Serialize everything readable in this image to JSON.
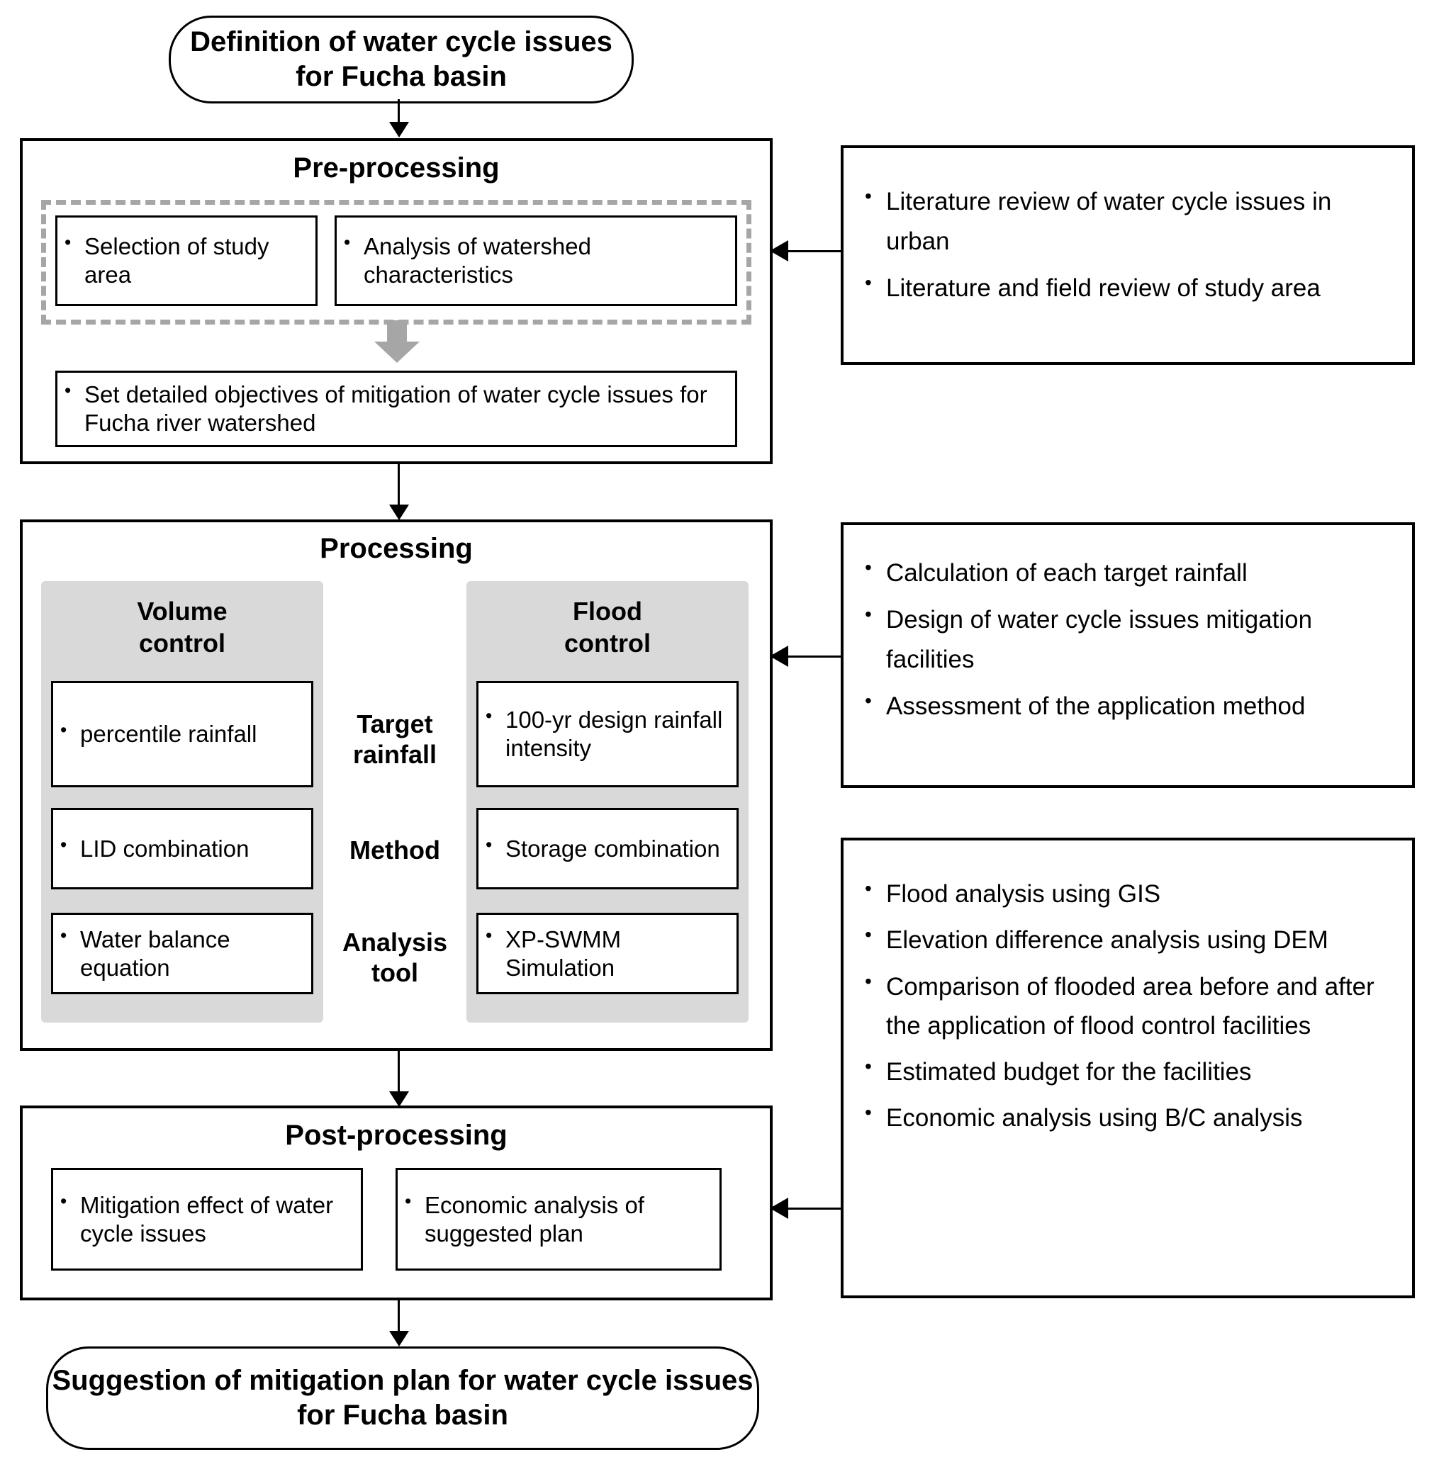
{
  "diagram": {
    "title_top": "Definition of water cycle issues for Fucha basin",
    "title_bottom": "Suggestion of mitigation plan for water cycle issues for Fucha basin",
    "colors": {
      "outline": "#000000",
      "dashed_group": "#a6a6a6",
      "panel_gray": "#d9d9d9",
      "background": "#ffffff"
    }
  },
  "stages": {
    "pre": {
      "title": "Pre-processing",
      "items": [
        "Selection of study area",
        "Analysis of watershed characteristics"
      ],
      "objective": "Set detailed objectives of mitigation of water cycle issues for Fucha river watershed"
    },
    "processing": {
      "title": "Processing",
      "columns": [
        {
          "name": "volume",
          "header": "Volume control",
          "cells": [
            "percentile rainfall",
            "LID combination",
            "Water balance equation"
          ]
        },
        {
          "name": "flood",
          "header": "Flood control",
          "cells": [
            "100-yr design rainfall intensity",
            "Storage combination",
            "XP-SWMM Simulation"
          ]
        }
      ],
      "row_labels": [
        "Target rainfall",
        "Method",
        "Analysis tool"
      ]
    },
    "post": {
      "title": "Post-processing",
      "items": [
        "Mitigation effect of water cycle issues",
        "Economic analysis of suggested plan"
      ]
    }
  },
  "side_panels": [
    {
      "name": "pre-processing-notes",
      "items": [
        "Literature review of water cycle issues in urban",
        "Literature and field review of study area"
      ]
    },
    {
      "name": "processing-notes",
      "items": [
        "Calculation of each target rainfall",
        "Design of water cycle issues mitigation facilities",
        "Assessment of the application method"
      ]
    },
    {
      "name": "post-processing-notes",
      "items": [
        "Flood analysis using GIS",
        "Elevation difference analysis using DEM",
        "Comparison of flooded area before and after the application of flood control facilities",
        "Estimated budget for the facilities",
        "Economic analysis using B/C analysis"
      ]
    }
  ]
}
